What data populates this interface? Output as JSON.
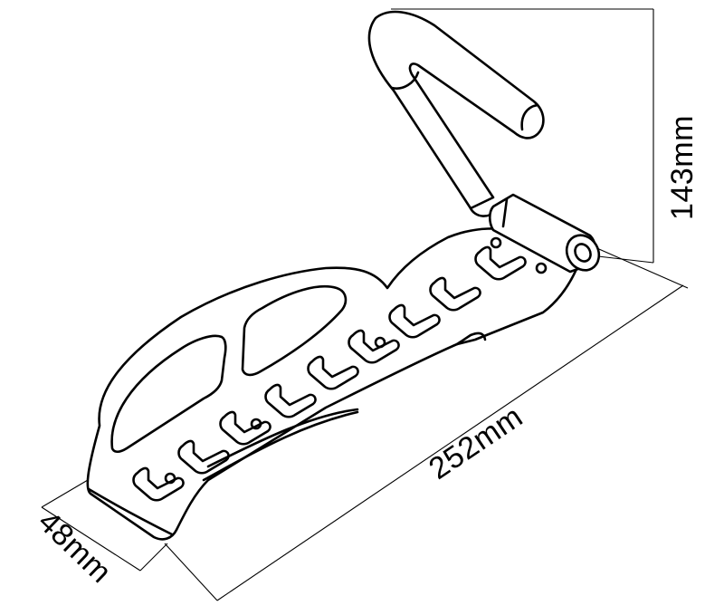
{
  "dimensions": {
    "height": "143mm",
    "length": "252mm",
    "width": "48mm"
  },
  "colors": {
    "line": "#000000",
    "background": "#ffffff"
  }
}
